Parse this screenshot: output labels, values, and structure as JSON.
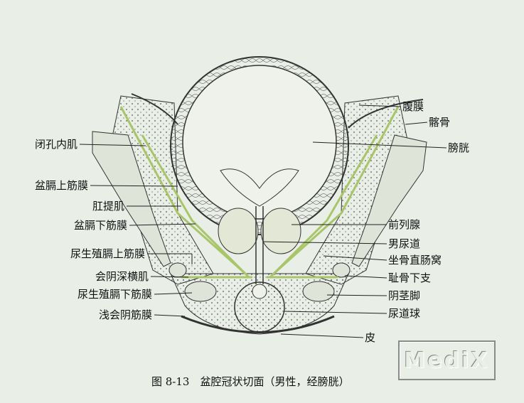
{
  "figure": {
    "caption": "图 8-13　盆腔冠状切面（男性，经膀胱）",
    "watermark": "MediX",
    "colors": {
      "background": "#e9efe7",
      "fascia": "#a9c56a",
      "outline": "#2a2a2a"
    }
  },
  "labels_left": [
    "闭孔内肌",
    "盆膈上筋膜",
    "肛提肌",
    "盆膈下筋膜",
    "尿生殖膈上筋膜",
    "会阴深横肌",
    "尿生殖膈下筋膜",
    "浅会阴筋膜"
  ],
  "labels_right": [
    "腹膜",
    "髂骨",
    "膀胱",
    "前列腺",
    "男尿道",
    "坐骨直肠窝",
    "耻骨下支",
    "阴茎脚",
    "尿道球",
    "皮"
  ]
}
